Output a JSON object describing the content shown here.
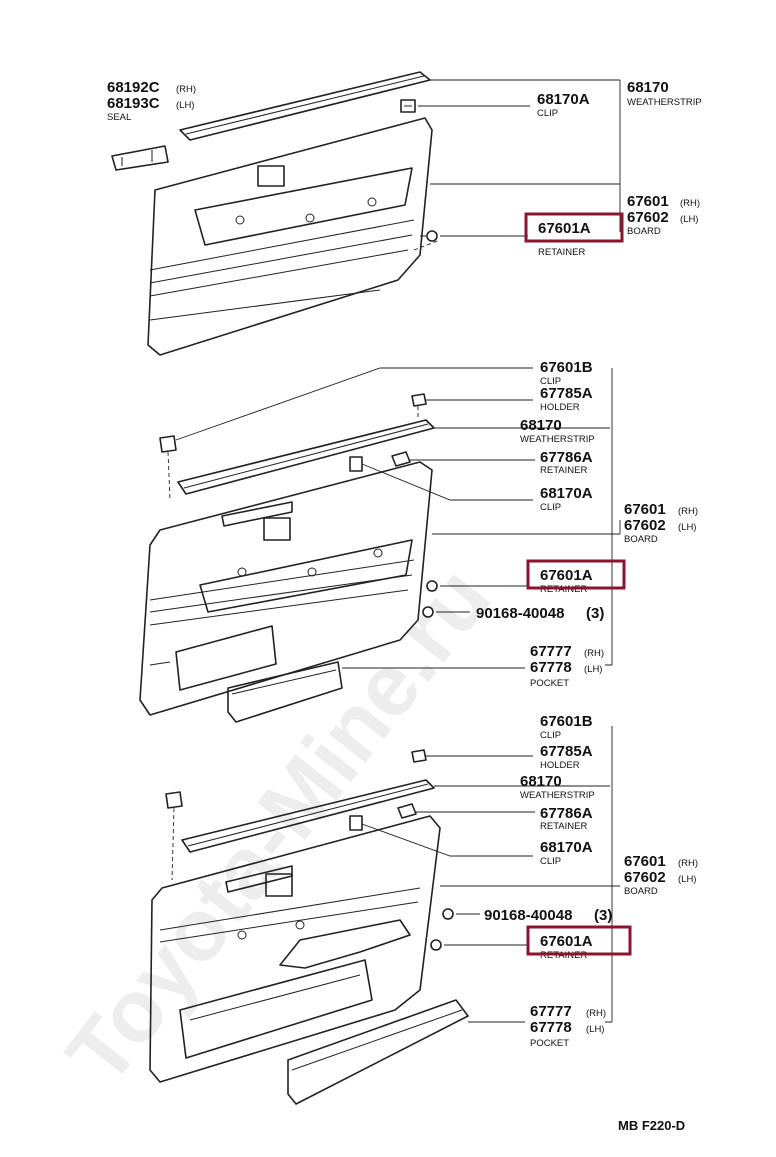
{
  "watermark": "Toyota-Mine.ru",
  "diagram_code": "MB F220-D",
  "section1": {
    "seal_rh": "68192C",
    "seal_lh": "68193C",
    "rh_suffix": "(RH)",
    "lh_suffix": "(LH)",
    "seal_name": "SEAL",
    "weatherstrip_pn": "68170",
    "weatherstrip_name": "WEATHERSTRIP",
    "clip_pn": "68170A",
    "clip_name": "CLIP",
    "board_rh": "67601",
    "board_lh": "67602",
    "board_rh_suffix": "(RH)",
    "board_lh_suffix": "(LH)",
    "board_name": "BOARD",
    "retainer_pn": "67601A",
    "retainer_name": "RETAINER"
  },
  "section2": {
    "clip_b_pn": "67601B",
    "clip_b_name": "CLIP",
    "holder_pn": "67785A",
    "holder_name": "HOLDER",
    "weatherstrip_pn": "68170",
    "weatherstrip_name": "WEATHERSTRIP",
    "retainer_pn": "67786A",
    "retainer_name": "RETAINER",
    "clip_pn": "68170A",
    "clip_name": "CLIP",
    "board_rh": "67601",
    "board_lh": "67602",
    "board_rh_suffix": "(RH)",
    "board_lh_suffix": "(LH)",
    "board_name": "BOARD",
    "retainer2_pn": "67601A",
    "retainer2_name": "RETAINER",
    "screw_pn": "90168-40048",
    "screw_qty": "(3)",
    "pocket_rh": "67777",
    "pocket_lh": "67778",
    "pocket_rh_suffix": "(RH)",
    "pocket_lh_suffix": "(LH)",
    "pocket_name": "POCKET"
  },
  "section3": {
    "clip_b_pn": "67601B",
    "clip_b_name": "CLIP",
    "holder_pn": "67785A",
    "holder_name": "HOLDER",
    "weatherstrip_pn": "68170",
    "weatherstrip_name": "WEATHERSTRIP",
    "retainer_pn": "67786A",
    "retainer_name": "RETAINER",
    "clip_pn": "68170A",
    "clip_name": "CLIP",
    "board_rh": "67601",
    "board_lh": "67602",
    "board_rh_suffix": "(RH)",
    "board_lh_suffix": "(LH)",
    "board_name": "BOARD",
    "screw_pn": "90168-40048",
    "screw_qty": "(3)",
    "retainer2_pn": "67601A",
    "retainer2_name": "RETAINER",
    "pocket_rh": "67777",
    "pocket_lh": "67778",
    "pocket_rh_suffix": "(RH)",
    "pocket_lh_suffix": "(LH)",
    "pocket_name": "POCKET"
  },
  "colors": {
    "highlight": "#8b1530",
    "line": "#222222",
    "watermark": "#d8d8d8"
  }
}
